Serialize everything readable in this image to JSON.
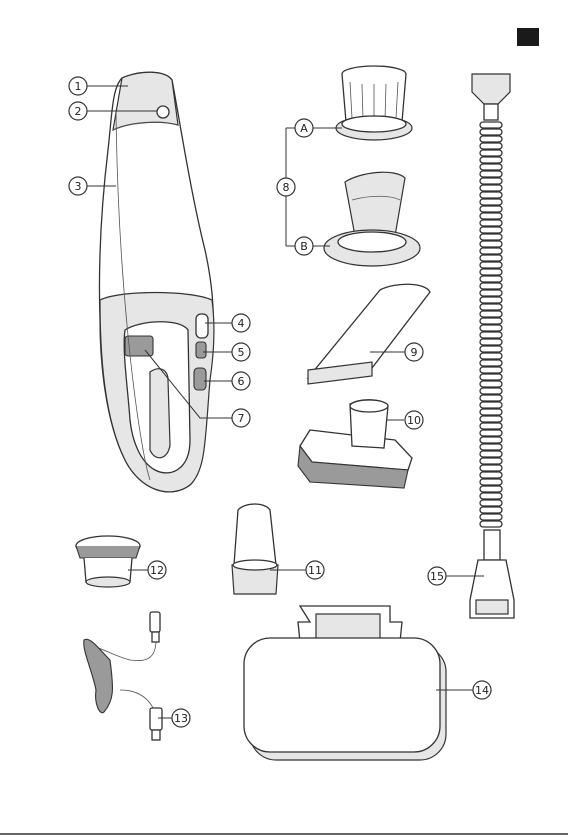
{
  "corner_marker": {
    "color": "#1a1a1a"
  },
  "callouts": {
    "c1": "1",
    "c2": "2",
    "c3": "3",
    "c4": "4",
    "c5": "5",
    "c6": "6",
    "c7": "7",
    "c8": "8",
    "c8a": "A",
    "c8b": "B",
    "c9": "9",
    "c10": "10",
    "c11": "11",
    "c12": "12",
    "c13": "13",
    "c14": "14",
    "c15": "15"
  },
  "colors": {
    "line": "#333333",
    "shade": "#e6e6e6",
    "dark": "#9a9a9a"
  }
}
